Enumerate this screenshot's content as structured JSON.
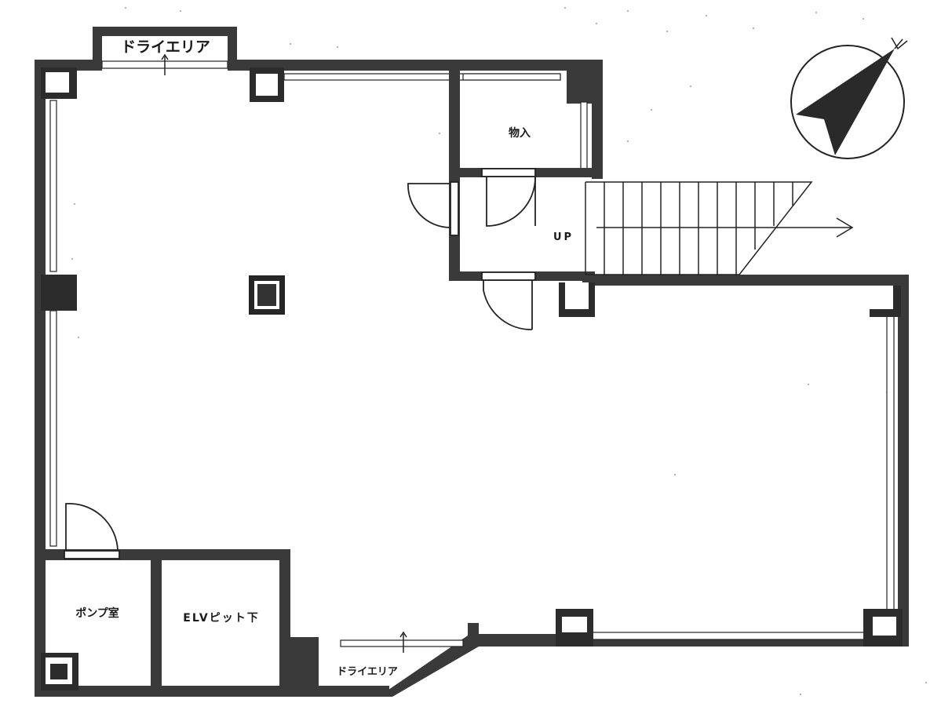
{
  "labels": {
    "dry_area_top": "ドライエリア",
    "storage": "物入",
    "up": "UP",
    "pump_room": "ポンプ室",
    "elv_pit": "ELVピット下",
    "dry_area_bottom": "ドライエリア"
  },
  "colors": {
    "wall": "#3a3a3a",
    "wall_dark": "#262626",
    "line": "#222222",
    "paper": "#ffffff"
  },
  "icons": {
    "compass": "north-arrow-icon"
  }
}
